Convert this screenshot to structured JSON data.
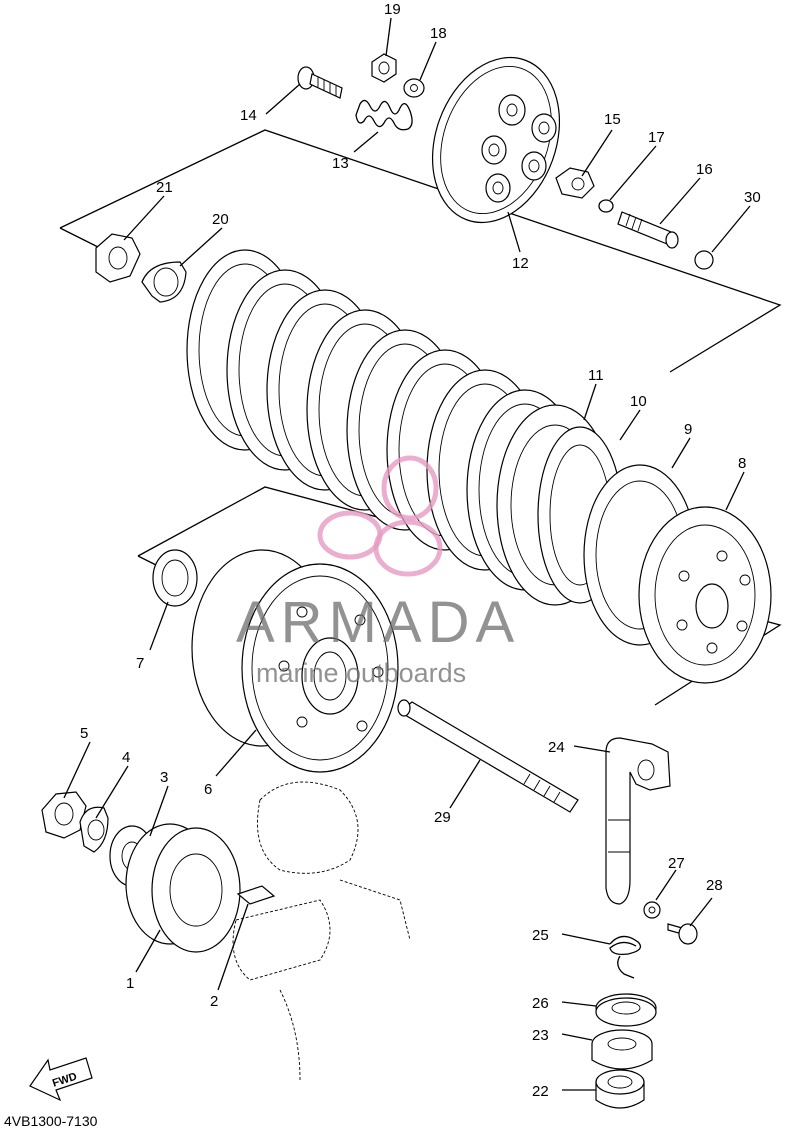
{
  "diagram_code": "4VB1300-7130",
  "fwd_label": "FWD",
  "watermark": {
    "brand": "ARMADA",
    "tagline": "marine outboards",
    "logo_color": "#e79ac3"
  },
  "callouts": {
    "p1": "1",
    "p2": "2",
    "p3": "3",
    "p4": "4",
    "p5": "5",
    "p6": "6",
    "p7": "7",
    "p8": "8",
    "p9": "9",
    "p10": "10",
    "p11": "11",
    "p12": "12",
    "p13": "13",
    "p14": "14",
    "p15": "15",
    "p16": "16",
    "p17": "17",
    "p18": "18",
    "p19": "19",
    "p20": "20",
    "p21": "21",
    "p22": "22",
    "p23": "23",
    "p24": "24",
    "p25": "25",
    "p26": "26",
    "p27": "27",
    "p28": "28",
    "p29": "29",
    "p30": "30"
  }
}
